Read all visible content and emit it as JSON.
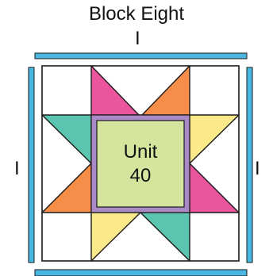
{
  "title": "Block Eight",
  "sashing_labels": {
    "top": "I",
    "left": "I",
    "right": "I"
  },
  "center_unit": {
    "line1": "Unit",
    "line2": "40"
  },
  "colors": {
    "sashing": "#4ab7e0",
    "border": "#1a1a1a",
    "frame": "#a98ac6",
    "center": "#d6e59e",
    "pink": "#ea559e",
    "orange": "#f68e4a",
    "teal": "#5cc5b0",
    "yellow": "#fbe98a",
    "background": "#ffffff"
  }
}
